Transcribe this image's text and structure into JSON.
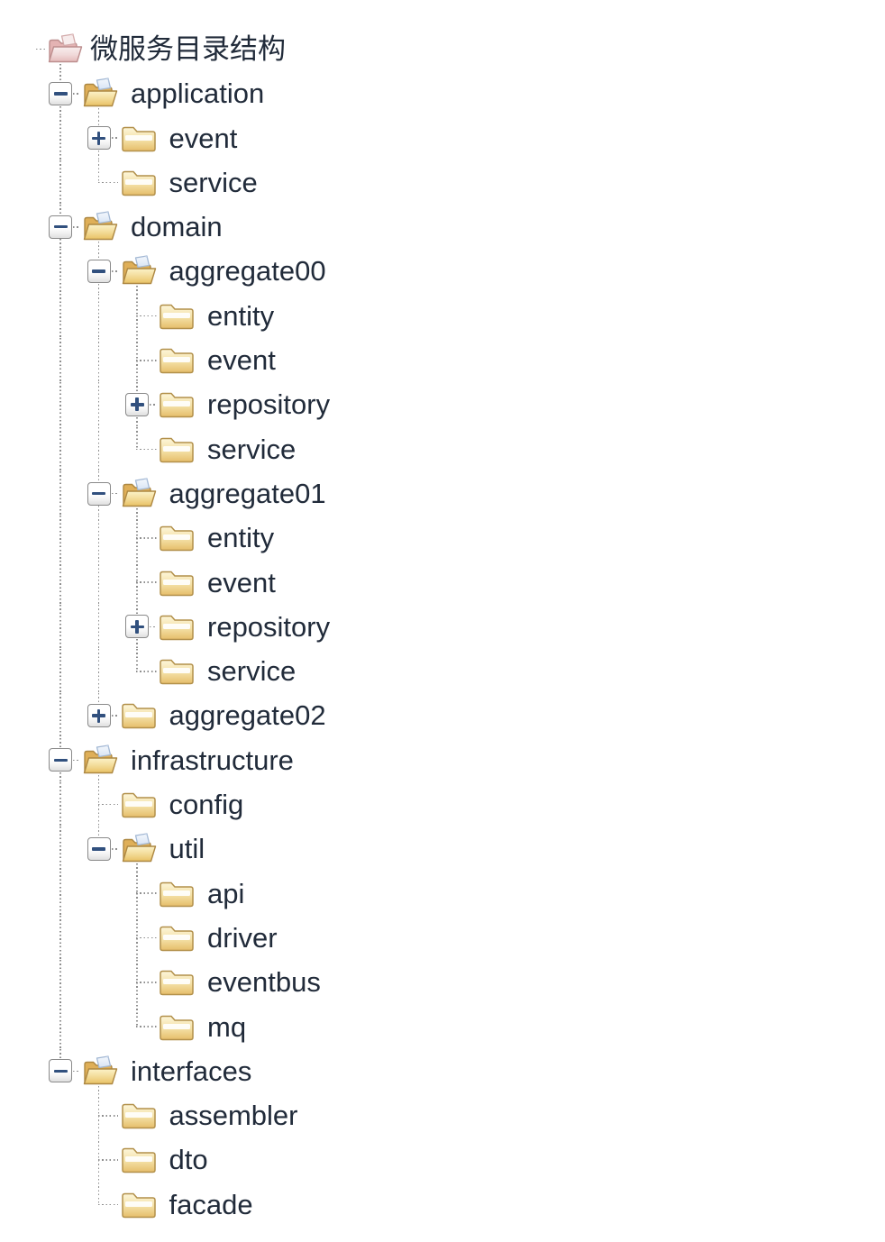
{
  "colors": {
    "background": "#ffffff",
    "text": "#212b3a",
    "line": "#8f8f8f",
    "toggle_border": "#8a8a8a",
    "toggle_symbol": "#31507e",
    "folder_yellow": "#eac164",
    "folder_border": "#b2904a",
    "root_pink": "#e8bcbc"
  },
  "tree": {
    "rows": [
      {
        "label": "微服务目录结构",
        "depth": 0,
        "icon": "root-folder-open-icon",
        "expand": null,
        "top": false,
        "bottom": false,
        "pass": [],
        "stub": 1,
        "rootStub": true
      },
      {
        "label": "application",
        "depth": 1,
        "icon": "folder-open-icon",
        "expand": "minus",
        "top": true,
        "bottom": true,
        "pass": [],
        "stub": 2
      },
      {
        "label": "event",
        "depth": 2,
        "icon": "folder-closed-icon",
        "expand": "plus",
        "top": true,
        "bottom": true,
        "pass": [
          1
        ]
      },
      {
        "label": "service",
        "depth": 2,
        "icon": "folder-closed-icon",
        "expand": null,
        "top": true,
        "bottom": false,
        "pass": [
          1
        ]
      },
      {
        "label": "domain",
        "depth": 1,
        "icon": "folder-open-icon",
        "expand": "minus",
        "top": true,
        "bottom": true,
        "pass": [],
        "stub": 2
      },
      {
        "label": "aggregate00",
        "depth": 2,
        "icon": "folder-open-icon",
        "expand": "minus",
        "top": true,
        "bottom": true,
        "pass": [
          1
        ],
        "stub": 3
      },
      {
        "label": "entity",
        "depth": 3,
        "icon": "folder-closed-icon",
        "expand": null,
        "top": true,
        "bottom": true,
        "pass": [
          1,
          2
        ]
      },
      {
        "label": "event",
        "depth": 3,
        "icon": "folder-closed-icon",
        "expand": null,
        "top": true,
        "bottom": true,
        "pass": [
          1,
          2
        ]
      },
      {
        "label": "repository",
        "depth": 3,
        "icon": "folder-closed-icon",
        "expand": "plus",
        "top": true,
        "bottom": true,
        "pass": [
          1,
          2
        ]
      },
      {
        "label": "service",
        "depth": 3,
        "icon": "folder-closed-icon",
        "expand": null,
        "top": true,
        "bottom": false,
        "pass": [
          1,
          2
        ]
      },
      {
        "label": "aggregate01",
        "depth": 2,
        "icon": "folder-open-icon",
        "expand": "minus",
        "top": true,
        "bottom": true,
        "pass": [
          1
        ],
        "stub": 3
      },
      {
        "label": "entity",
        "depth": 3,
        "icon": "folder-closed-icon",
        "expand": null,
        "top": true,
        "bottom": true,
        "pass": [
          1,
          2
        ]
      },
      {
        "label": "event",
        "depth": 3,
        "icon": "folder-closed-icon",
        "expand": null,
        "top": true,
        "bottom": true,
        "pass": [
          1,
          2
        ]
      },
      {
        "label": "repository",
        "depth": 3,
        "icon": "folder-closed-icon",
        "expand": "plus",
        "top": true,
        "bottom": true,
        "pass": [
          1,
          2
        ]
      },
      {
        "label": "service",
        "depth": 3,
        "icon": "folder-closed-icon",
        "expand": null,
        "top": true,
        "bottom": false,
        "pass": [
          1,
          2
        ]
      },
      {
        "label": "aggregate02",
        "depth": 2,
        "icon": "folder-closed-icon",
        "expand": "plus",
        "top": true,
        "bottom": false,
        "pass": [
          1
        ]
      },
      {
        "label": "infrastructure",
        "depth": 1,
        "icon": "folder-open-icon",
        "expand": "minus",
        "top": true,
        "bottom": true,
        "pass": [],
        "stub": 2
      },
      {
        "label": "config",
        "depth": 2,
        "icon": "folder-closed-icon",
        "expand": null,
        "top": true,
        "bottom": true,
        "pass": [
          1
        ]
      },
      {
        "label": "util",
        "depth": 2,
        "icon": "folder-open-icon",
        "expand": "minus",
        "top": true,
        "bottom": false,
        "pass": [
          1
        ],
        "stub": 3
      },
      {
        "label": "api",
        "depth": 3,
        "icon": "folder-closed-icon",
        "expand": null,
        "top": true,
        "bottom": true,
        "pass": [
          1
        ]
      },
      {
        "label": "driver",
        "depth": 3,
        "icon": "folder-closed-icon",
        "expand": null,
        "top": true,
        "bottom": true,
        "pass": [
          1
        ]
      },
      {
        "label": "eventbus",
        "depth": 3,
        "icon": "folder-closed-icon",
        "expand": null,
        "top": true,
        "bottom": true,
        "pass": [
          1
        ]
      },
      {
        "label": "mq",
        "depth": 3,
        "icon": "folder-closed-icon",
        "expand": null,
        "top": true,
        "bottom": false,
        "pass": [
          1
        ]
      },
      {
        "label": "interfaces",
        "depth": 1,
        "icon": "folder-open-icon",
        "expand": "minus",
        "top": true,
        "bottom": false,
        "pass": [],
        "stub": 2
      },
      {
        "label": "assembler",
        "depth": 2,
        "icon": "folder-closed-icon",
        "expand": null,
        "top": true,
        "bottom": true,
        "pass": []
      },
      {
        "label": "dto",
        "depth": 2,
        "icon": "folder-closed-icon",
        "expand": null,
        "top": true,
        "bottom": true,
        "pass": []
      },
      {
        "label": "facade",
        "depth": 2,
        "icon": "folder-closed-icon",
        "expand": null,
        "top": true,
        "bottom": false,
        "pass": []
      }
    ]
  }
}
